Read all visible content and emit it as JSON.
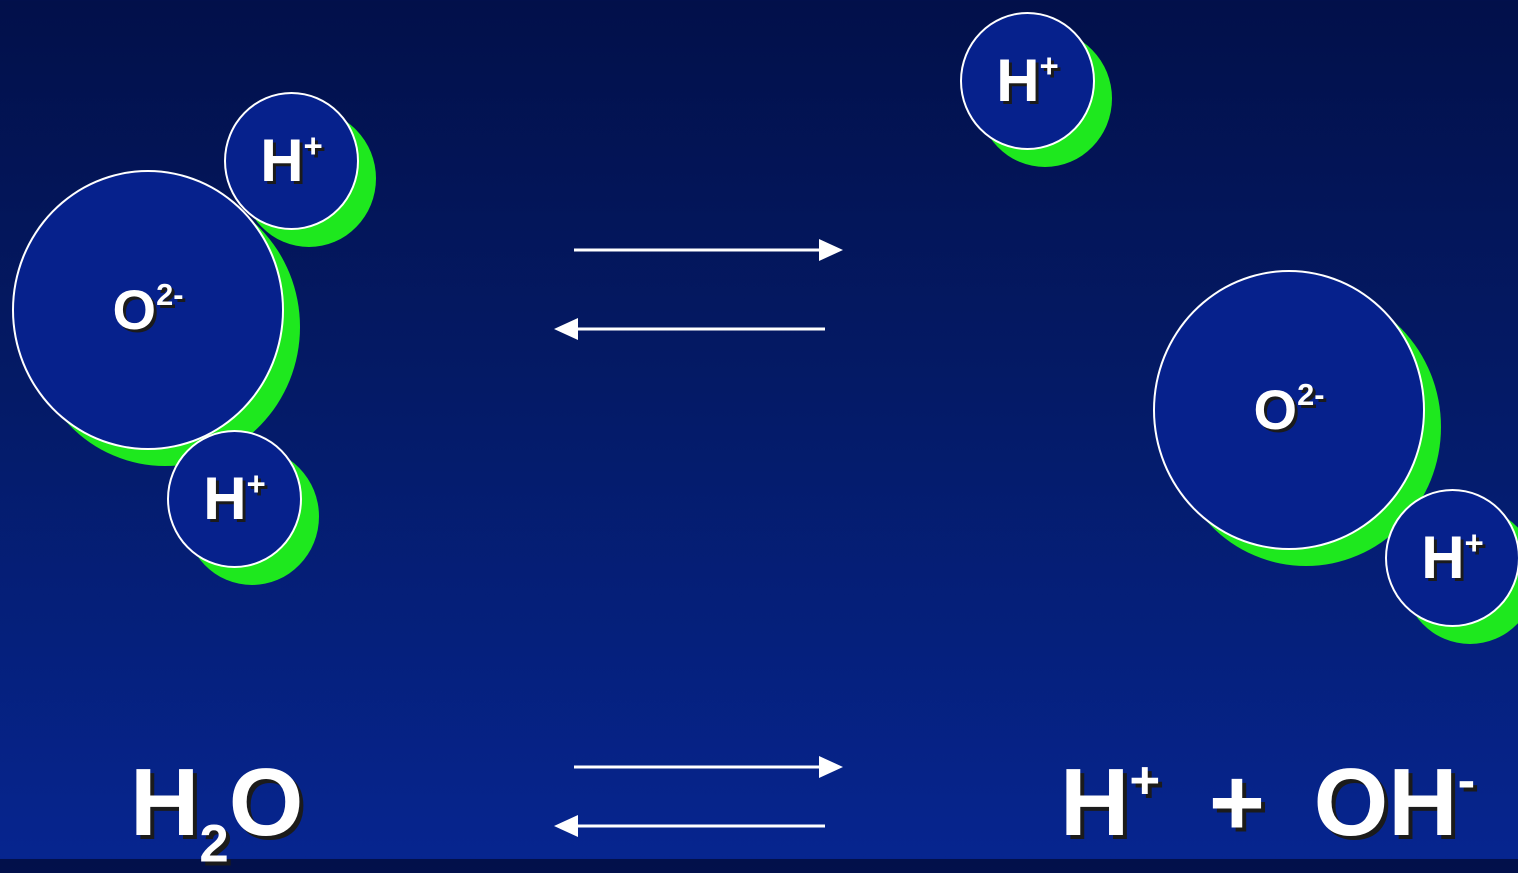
{
  "colors": {
    "background_top": "#02104a",
    "background_bottom": "#06258f",
    "atom_fill": "#06218c",
    "atom_outline": "#ffffff",
    "atom_shadow": "#1ee81e",
    "text": "#ffffff"
  },
  "reactant": {
    "oxygen": {
      "symbol": "O",
      "charge": "2-"
    },
    "hydrogen_1": {
      "symbol": "H",
      "charge": "+"
    },
    "hydrogen_2": {
      "symbol": "H",
      "charge": "+"
    }
  },
  "product": {
    "free_hydrogen": {
      "symbol": "H",
      "charge": "+"
    },
    "oxygen": {
      "symbol": "O",
      "charge": "2-"
    },
    "hydrogen": {
      "symbol": "H",
      "charge": "+"
    }
  },
  "equation": {
    "left": {
      "h": "H",
      "sub": "2",
      "o": "O"
    },
    "right": {
      "h": "H",
      "h_charge": "+",
      "plus": "+",
      "oh": "OH",
      "oh_charge": "-"
    }
  }
}
